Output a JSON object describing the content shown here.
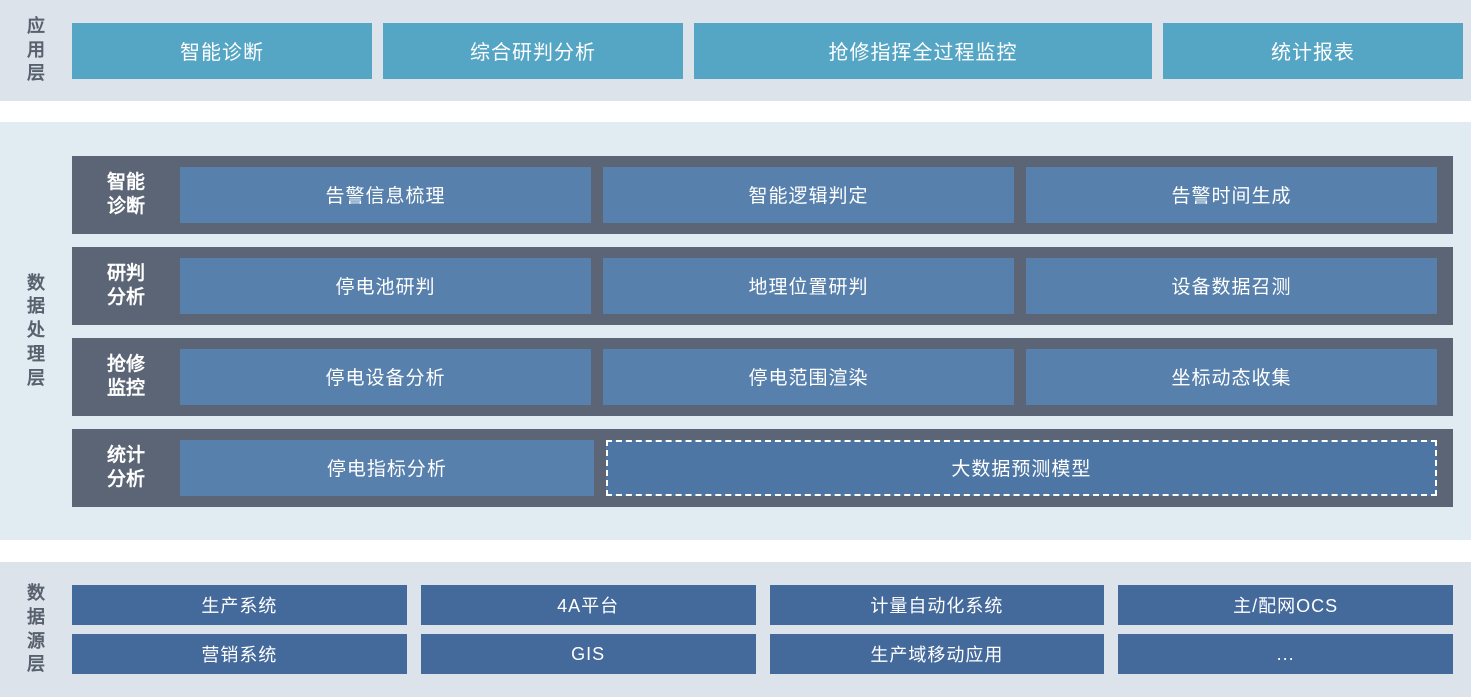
{
  "colors": {
    "band_app_bg": "#dde3ea",
    "band_proc_bg": "#e1ecf2",
    "band_src_bg": "#dde3ea",
    "app_box": "#55a5c4",
    "proc_row": "#5c6575",
    "proc_cell": "#5780ac",
    "src_box": "#44699b",
    "label_text": "#58616e",
    "box_text": "#ffffff",
    "page_bg": "#ffffff"
  },
  "layers": {
    "application": {
      "label": "应用层",
      "boxes": [
        {
          "label": "智能诊断"
        },
        {
          "label": "综合研判分析"
        },
        {
          "label": "抢修指挥全过程监控"
        },
        {
          "label": "统计报表"
        }
      ]
    },
    "processing": {
      "label": "数据处理层",
      "rows": [
        {
          "label": "智能\n诊断",
          "cells": [
            {
              "label": "告警信息梳理",
              "dashed": false
            },
            {
              "label": "智能逻辑判定",
              "dashed": false
            },
            {
              "label": "告警时间生成",
              "dashed": false
            }
          ]
        },
        {
          "label": "研判\n分析",
          "cells": [
            {
              "label": "停电池研判",
              "dashed": false
            },
            {
              "label": "地理位置研判",
              "dashed": false
            },
            {
              "label": "设备数据召测",
              "dashed": false
            }
          ]
        },
        {
          "label": "抢修\n监控",
          "cells": [
            {
              "label": "停电设备分析",
              "dashed": false
            },
            {
              "label": "停电范围渲染",
              "dashed": false
            },
            {
              "label": "坐标动态收集",
              "dashed": false
            }
          ]
        },
        {
          "label": "统计\n分析",
          "cells": [
            {
              "label": "停电指标分析",
              "dashed": false
            },
            {
              "label": "大数据预测模型",
              "dashed": true
            }
          ]
        }
      ]
    },
    "datasource": {
      "label": "数据源层",
      "rows": [
        [
          {
            "label": "生产系统"
          },
          {
            "label": "4A平台"
          },
          {
            "label": "计量自动化系统"
          },
          {
            "label": "主/配网OCS"
          }
        ],
        [
          {
            "label": "营销系统"
          },
          {
            "label": "GIS"
          },
          {
            "label": "生产域移动应用"
          },
          {
            "label": "..."
          }
        ]
      ]
    }
  }
}
